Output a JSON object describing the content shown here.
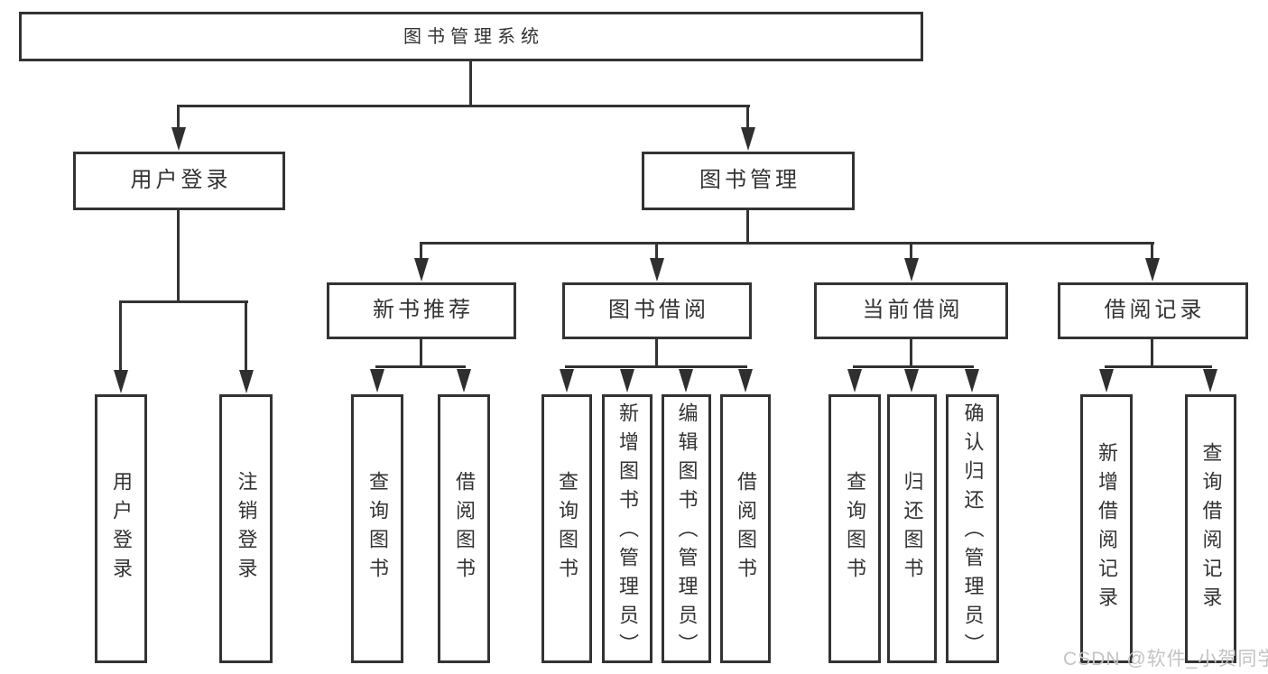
{
  "diagram": {
    "nodes": {
      "root": {
        "label": "图书管理系统"
      },
      "userLogin": {
        "label": "用户登录"
      },
      "bookMgmt": {
        "label": "图书管理"
      },
      "newBookRec": {
        "label": "新书推荐"
      },
      "bookBorrow": {
        "label": "图书借阅"
      },
      "currentBorrow": {
        "label": "当前借阅"
      },
      "borrowRecord": {
        "label": "借阅记录"
      },
      "leafUserLogin": {
        "label": "用户登录"
      },
      "leafLogout": {
        "label": "注销登录"
      },
      "leafRecQuery": {
        "label": "查询图书"
      },
      "leafRecBorrow": {
        "label": "借阅图书"
      },
      "leafBorrowQuery": {
        "label": "查询图书"
      },
      "leafBorrowAdd": {
        "label": "新增图书（管理员）"
      },
      "leafBorrowEdit": {
        "label": "编辑图书（管理员）"
      },
      "leafBorrowLend": {
        "label": "借阅图书"
      },
      "leafCurQuery": {
        "label": "查询图书"
      },
      "leafCurReturn": {
        "label": "归还图书"
      },
      "leafCurConfirm": {
        "label": "确认归还（管理员）"
      },
      "leafRecordAdd": {
        "label": "新增借阅记录"
      },
      "leafRecordQuery": {
        "label": "查询借阅记录"
      }
    },
    "tree": {
      "图书管理系统": {
        "用户登录": [
          "用户登录",
          "注销登录"
        ],
        "图书管理": {
          "新书推荐": [
            "查询图书",
            "借阅图书"
          ],
          "图书借阅": [
            "查询图书",
            "新增图书（管理员）",
            "编辑图书（管理员）",
            "借阅图书"
          ],
          "当前借阅": [
            "查询图书",
            "归还图书",
            "确认归还（管理员）"
          ],
          "借阅记录": [
            "新增借阅记录",
            "查询借阅记录"
          ]
        }
      }
    },
    "colors": {
      "line": "#333333",
      "text": "#333333",
      "background": "#ffffff"
    }
  },
  "watermark": {
    "text": "CSDN @软件_小贺同学",
    "color": "#c3c3c3"
  }
}
